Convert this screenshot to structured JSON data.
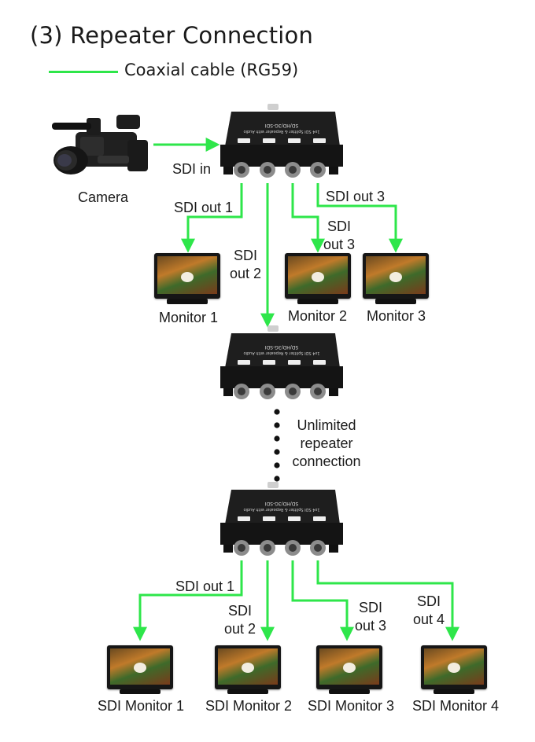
{
  "title": "(3) Repeater Connection",
  "legend": {
    "cable_label": "Coaxial cable (RG59)",
    "cable_color": "#2ee64a"
  },
  "camera": {
    "label": "Camera",
    "sdi_in_label": "SDI in"
  },
  "device": {
    "model_text": "SD/HD/3G-SDI",
    "subtitle_text": "1x4 SDI Splitter & Repeater with Audio"
  },
  "first_stage": {
    "out1": "SDI out 1",
    "out2_line1": "SDI",
    "out2_line2": "out 2",
    "out3a_line1": "SDI",
    "out3a_line2": "out 3",
    "out3b": "SDI out 3",
    "monitors": [
      "Monitor 1",
      "Monitor 2",
      "Monitor 3"
    ]
  },
  "repeater_note": {
    "line1": "Unlimited",
    "line2": "repeater",
    "line3": "connection"
  },
  "last_stage": {
    "out1": "SDI out 1",
    "out2_line1": "SDI",
    "out2_line2": "out 2",
    "out3_line1": "SDI",
    "out3_line2": "out 3",
    "out4_line1": "SDI",
    "out4_line2": "out 4",
    "monitors": [
      "SDI Monitor 1",
      "SDI Monitor 2",
      "SDI Monitor 3",
      "SDI Monitor 4"
    ]
  }
}
